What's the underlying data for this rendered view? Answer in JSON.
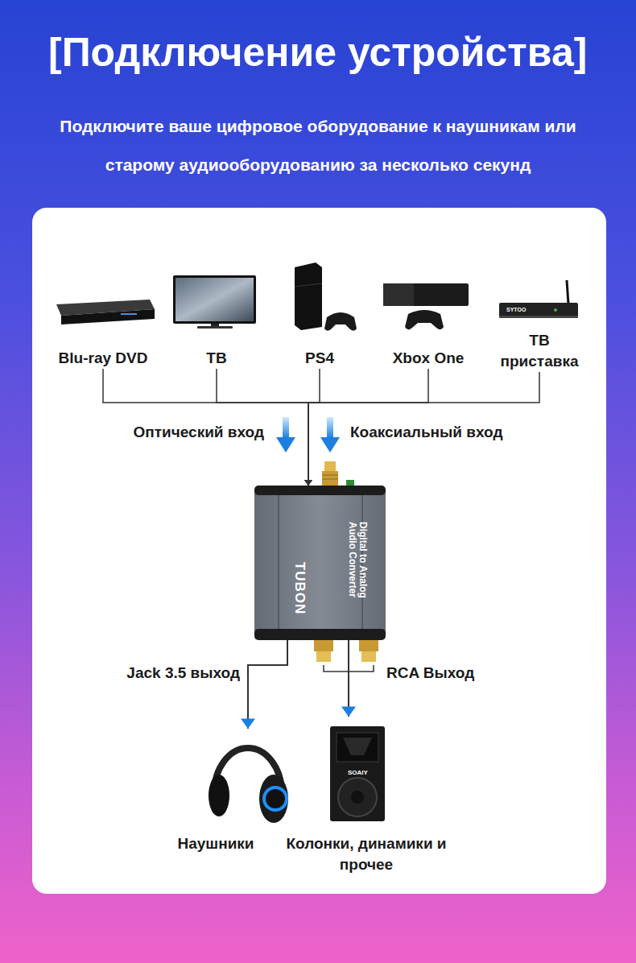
{
  "diagram": {
    "title": "[Подключение устройства]",
    "nodes": [
      {
        "text": [
          "Blu-ray DVD"
        ]
      },
      {
        "text": [
          "ТВ"
        ]
      },
      {
        "text": [
          "PS4"
        ]
      },
      {
        "text": [
          "Xbox One"
        ]
      },
      {
        "text": [
          "ТВ приставка"
        ]
      },
      {
        "text": [
          "Digital to Analog Audio Converter",
          "TUBON"
        ]
      },
      {
        "text": [
          "Наушники"
        ]
      },
      {
        "text": [
          "Колонки, динамики и прочее"
        ]
      }
    ],
    "edges": [
      {
        "from": 0,
        "to": 5,
        "arrow": "to"
      },
      {
        "from": 1,
        "to": 5,
        "arrow": "to"
      },
      {
        "from": 2,
        "to": 5,
        "arrow": "to"
      },
      {
        "from": 3,
        "to": 5,
        "arrow": "to"
      },
      {
        "from": 4,
        "to": 5,
        "arrow": "to"
      },
      {
        "from": 5,
        "to": 6,
        "label": "Jack 3.5 выход",
        "arrow": "to"
      },
      {
        "from": 5,
        "to": 7,
        "label": "RCA Выход",
        "arrow": "to"
      }
    ],
    "labels": [
      "Подключите ваше цифровое оборудование к наушникам или старому аудиооборудованию за несколько секунд",
      "Оптический вход",
      "Коаксиальный вход",
      "SOAIY",
      "SYTOO"
    ]
  }
}
